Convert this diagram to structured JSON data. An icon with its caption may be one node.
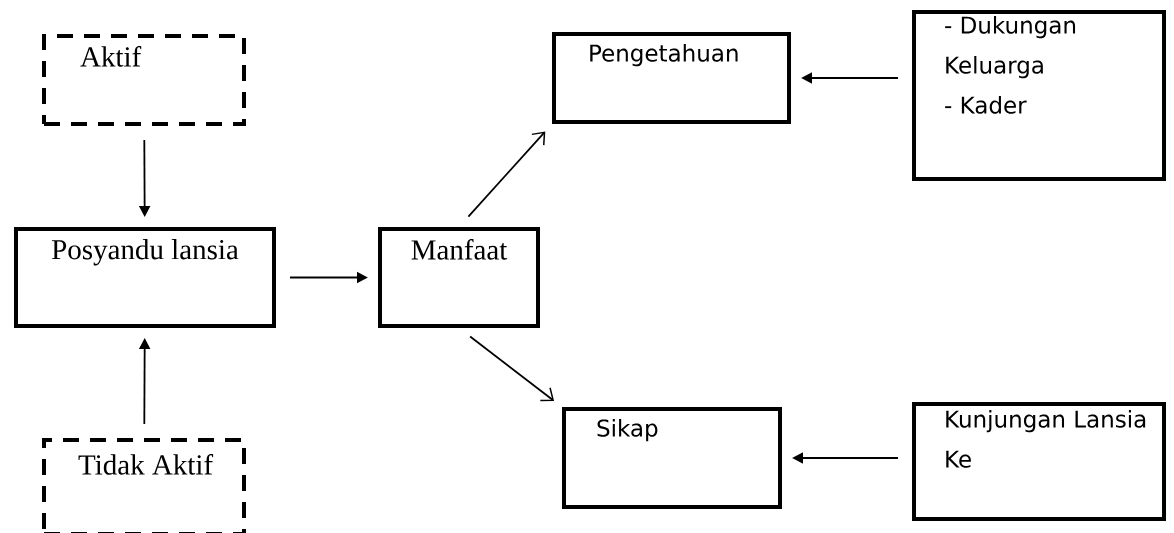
{
  "diagram": {
    "nodes": [
      {
        "text": [
          "Aktif"
        ]
      },
      {
        "text": [
          "Posyandu lansia"
        ]
      },
      {
        "text": [
          "Manfaat"
        ]
      },
      {
        "text": [
          "Tidak Aktif"
        ]
      },
      {
        "text": [
          "Pengetahuan"
        ]
      },
      {
        "text": [
          "- Dukungan Keluarga",
          "- Kader"
        ]
      },
      {
        "text": [
          "Sikap"
        ]
      },
      {
        "text": [
          "Kunjungan Lansia Ke"
        ]
      }
    ],
    "edges": [
      {
        "from": 0,
        "to": 1,
        "arrow": "to"
      },
      {
        "from": 3,
        "to": 1,
        "arrow": "to"
      },
      {
        "from": 1,
        "to": 2,
        "arrow": "to"
      },
      {
        "from": 2,
        "to": 4,
        "arrow": "to"
      },
      {
        "from": 2,
        "to": 6,
        "arrow": "to"
      },
      {
        "from": 5,
        "to": 4,
        "arrow": "to"
      },
      {
        "from": 7,
        "to": 6,
        "arrow": "to"
      }
    ]
  }
}
